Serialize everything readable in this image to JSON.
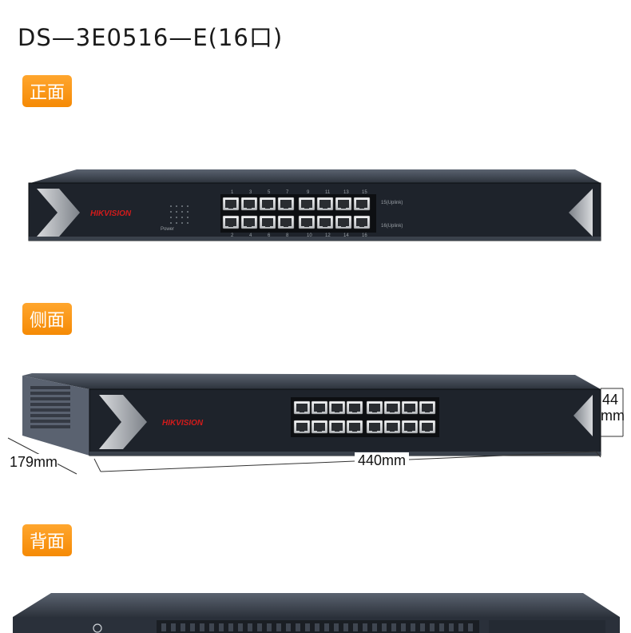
{
  "title": "DS—3E0516—E(16口)",
  "sections": {
    "front_label": "正面",
    "side_label": "侧面",
    "back_label": "背面"
  },
  "brand": "HIKVISION",
  "ports": {
    "top_numbers": [
      "1",
      "3",
      "5",
      "7",
      "9",
      "11",
      "13",
      "15"
    ],
    "bottom_numbers": [
      "2",
      "4",
      "6",
      "8",
      "10",
      "12",
      "14",
      "16"
    ],
    "uplink_top": "15(Uplink)",
    "uplink_bottom": "16(Uplink)",
    "power": "Power"
  },
  "dimensions": {
    "depth": "179mm",
    "width": "440mm",
    "height_value": "44",
    "height_unit": "mm"
  },
  "colors": {
    "badge": "#f7920f",
    "chassis": "#1e232b",
    "brand_red": "#d21b1b"
  }
}
